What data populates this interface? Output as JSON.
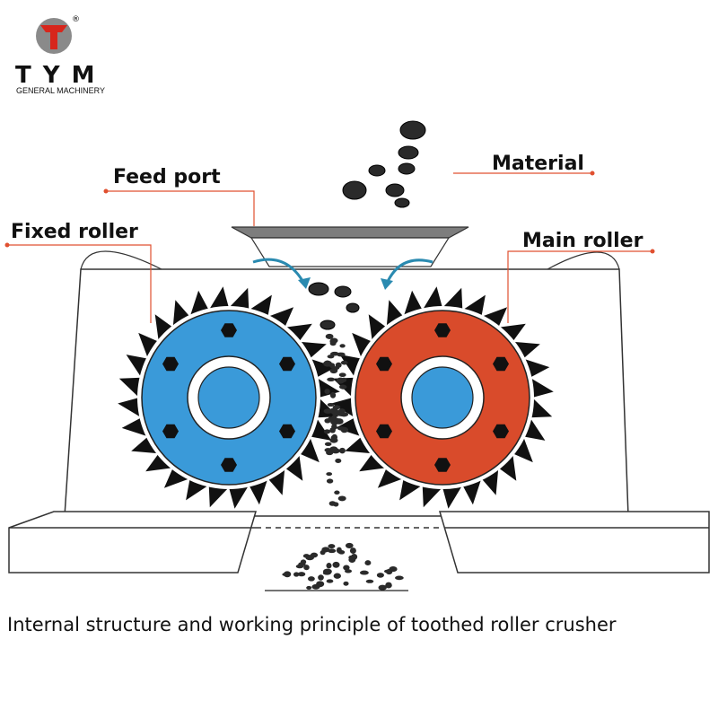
{
  "brand": {
    "name": "T Y M",
    "registered_mark": "®",
    "subtitle": "GENERAL MACHINERY",
    "logo_colors": {
      "red": "#d7261c",
      "gray": "#8a8a8a"
    }
  },
  "labels": {
    "feed_port": "Feed port",
    "material": "Material",
    "fixed_roller": "Fixed roller",
    "main_roller": "Main roller"
  },
  "caption": "Internal structure and working principle of toothed roller crusher",
  "colors": {
    "fixed_roller": "#3a9ad9",
    "main_roller": "#d94b2b",
    "hub": "#3a9ad9",
    "leader_line": "#e05030",
    "flow_arrow": "#2a8ab0",
    "material": "#2a2a2a",
    "outline": "#333333"
  },
  "icons": {
    "logo": "tym-logo-icon",
    "flow_arrows": "curved-arrow-icon"
  }
}
